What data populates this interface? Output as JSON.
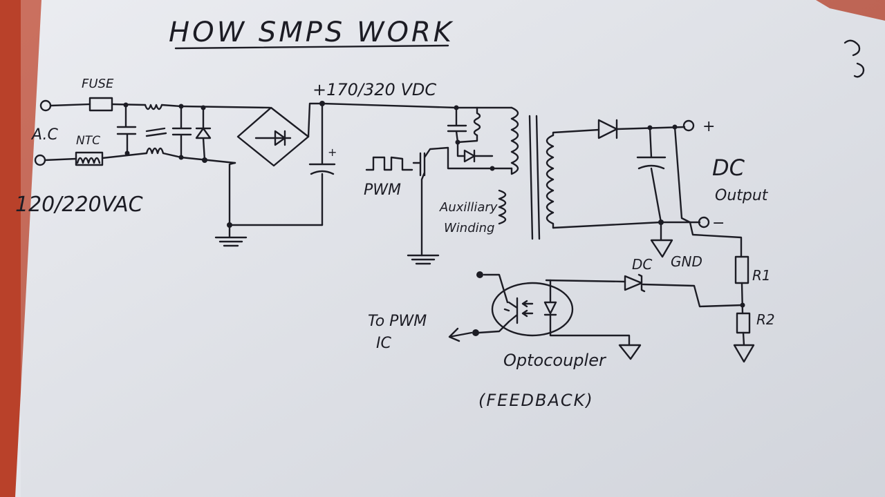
{
  "diagram": {
    "title": "HOW SMPS WORK",
    "labels": {
      "fuse": "FUSE",
      "ac": "A.C",
      "ntc": "NTC",
      "input_voltage": "120/220VAC",
      "dc_bus": "+170/320 VDC",
      "cap_plus": "+",
      "pwm": "PWM",
      "aux_line1": "Auxilliary",
      "aux_line2": "Winding",
      "out_plus": "+",
      "out_minus": "−",
      "dc_out_line1": "DC",
      "dc_out_line2": "Output",
      "gnd": "GND",
      "dc_diode": "DC",
      "r1": "R1",
      "r2": "R2",
      "to_pwm_line1": "To PWM",
      "to_pwm_line2": "IC",
      "opto_line1": "Optocoupler",
      "opto_line2": "(FEEDBACK)"
    }
  },
  "colors": {
    "paper": "#e4e6ec",
    "ink": "#1c1c24",
    "table": "#b9412a"
  }
}
